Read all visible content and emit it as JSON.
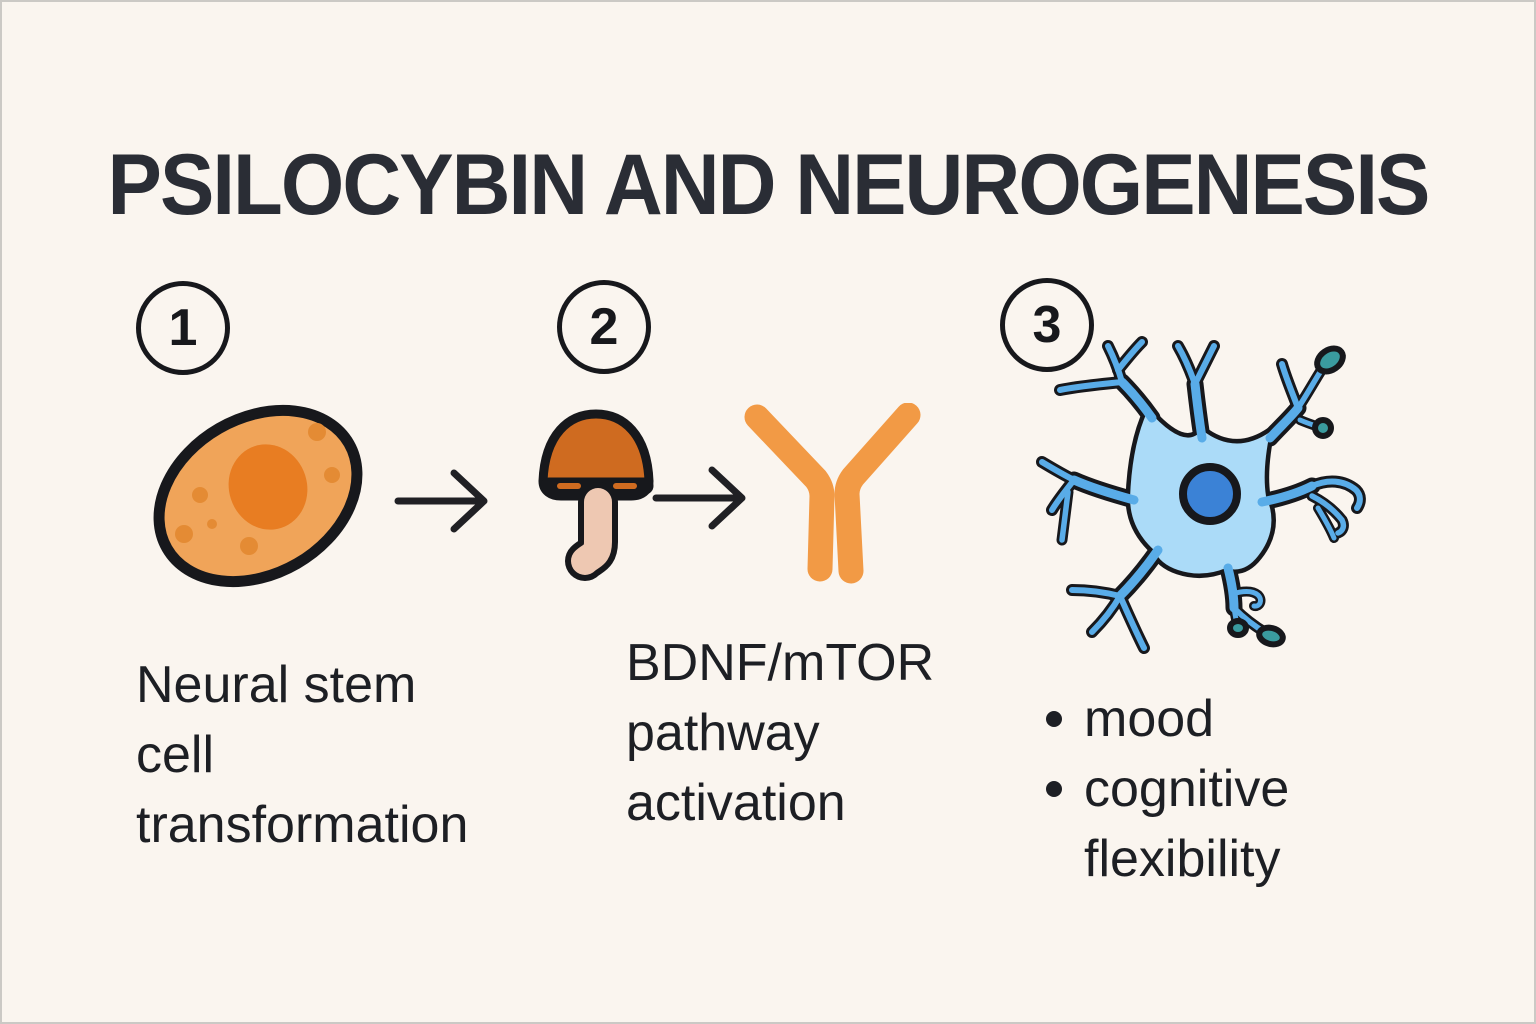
{
  "title": "PSILOCYBIN AND NEUROGENESIS",
  "steps": [
    {
      "number": "1",
      "icon": "stem-cell",
      "label_lines": [
        "Neural stem",
        "cell",
        "transformation"
      ]
    },
    {
      "number": "2",
      "icon": "mushroom",
      "label_lines": [
        "BDNF/mTOR",
        "pathway",
        "activation"
      ]
    },
    {
      "number": "3",
      "icon": "neuron",
      "bullets": [
        "mood",
        "cognitive flexibility"
      ]
    }
  ],
  "arrows": [
    {
      "name": "cell-to-mushroom"
    },
    {
      "name": "mushroom-to-pathway"
    }
  ],
  "colors": {
    "background": "#faf5ef",
    "ink": "#1d1f24",
    "title": "#2a2d35",
    "outline": "#17181c",
    "cell_body": "#f0a459",
    "cell_nucleus": "#e87d22",
    "cell_dot": "#e48b34",
    "mushroom_cap": "#cf6b20",
    "mushroom_stem": "#eec8b2",
    "antibody_orange": "#f29a45",
    "neuron_body": "#abdbf8",
    "neuron_branch": "#59ace8",
    "neuron_nucleus": "#3b82d6",
    "neuron_terminal": "#3a9b9f"
  }
}
